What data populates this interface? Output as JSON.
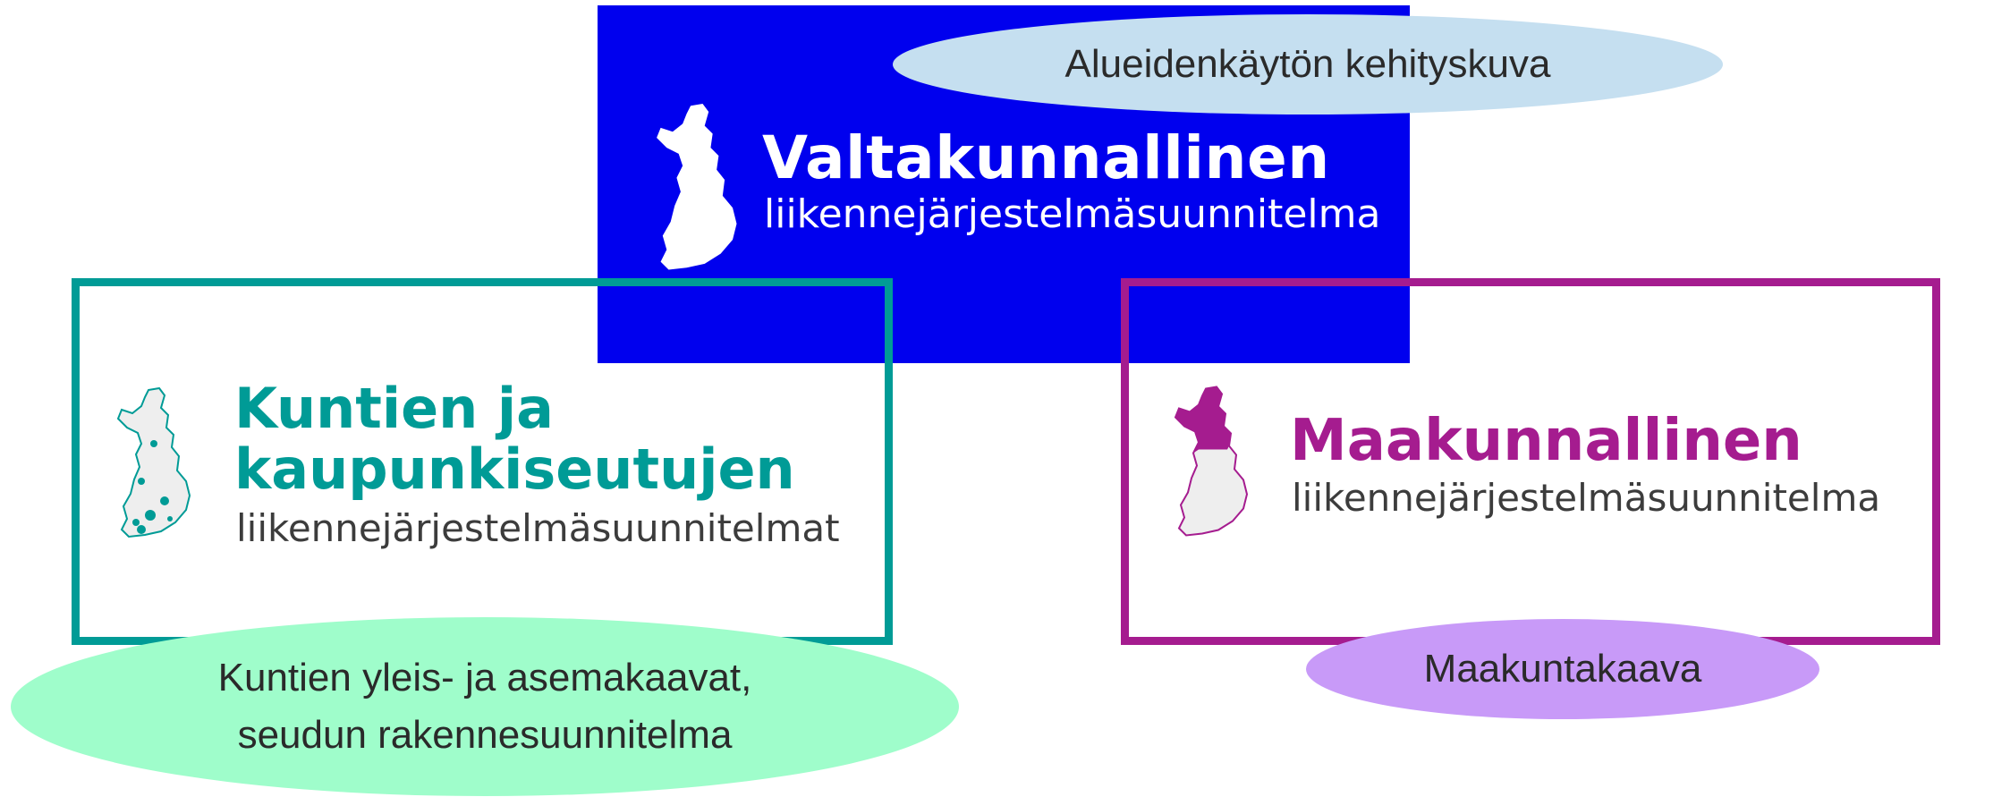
{
  "national": {
    "title": "Valtakunnallinen",
    "subtitle": "liikennejärjestelmäsuunnitelma",
    "background": "#0000ee",
    "label": "Alueidenkäytön kehityskuva",
    "label_color": "#c5dff0",
    "icon": "finland-map-icon"
  },
  "municipal": {
    "title_line1": "Kuntien ja",
    "title_line2": "kaupunkiseutujen",
    "subtitle": "liikennejärjestelmäsuunnitelmat",
    "accent": "#009b96",
    "label_line1": "Kuntien yleis- ja asemakaavat,",
    "label_line2": "seudun rakennesuunnitelma",
    "label_color": "#9ffdcb",
    "icon": "finland-map-dots-icon"
  },
  "regional": {
    "title": "Maakunnallinen",
    "subtitle": "liikennejärjestelmäsuunnitelma",
    "accent": "#a51c8f",
    "label": "Maakuntakaava",
    "label_color": "#c89af8",
    "icon": "finland-map-region-icon"
  }
}
